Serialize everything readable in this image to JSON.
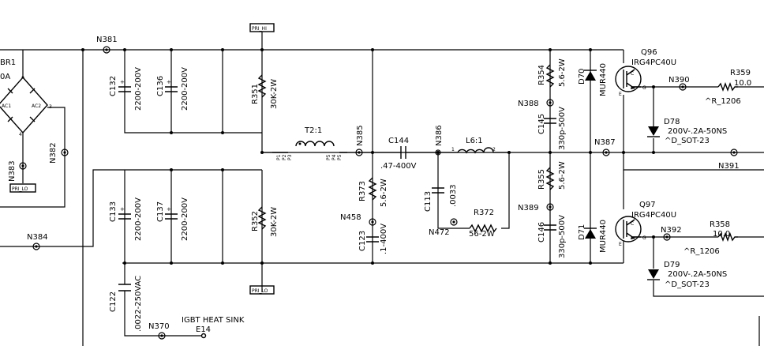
{
  "components": {
    "br1": {
      "ref": "BR1",
      "value": "0A",
      "pin_ac1": "AC1",
      "pin_ac2": "AC2",
      "pin3": "3",
      "pin4": "4"
    },
    "c132": {
      "ref": "C132",
      "value": "2200-200V"
    },
    "c136": {
      "ref": "C136",
      "value": "2200-200V"
    },
    "c133": {
      "ref": "C133",
      "value": "2200-200V"
    },
    "c137": {
      "ref": "C137",
      "value": "2200-200V"
    },
    "c122": {
      "ref": "C122",
      "value": ".0022-250VAC"
    },
    "r351": {
      "ref": "R351",
      "value": "30K-2W"
    },
    "r352": {
      "ref": "R352",
      "value": "30K-2W"
    },
    "t2": {
      "ref": "T2:1",
      "pins_left": [
        "P1",
        "P2",
        "P3"
      ],
      "pins_right": [
        "P5",
        "P4",
        "P5"
      ]
    },
    "c144": {
      "ref": "C144",
      "value": ".47-400V"
    },
    "r373": {
      "ref": "R373",
      "value": "5.6-2W"
    },
    "c123": {
      "ref": "C123",
      "value": ".1-400V"
    },
    "c113": {
      "ref": "C113",
      "value": ".0033"
    },
    "l6": {
      "ref": "L6:1",
      "pin1": "1",
      "pin2": "2"
    },
    "r372": {
      "ref": "R372",
      "value": "56-2W"
    },
    "r354": {
      "ref": "R354",
      "value": "5.6-2W"
    },
    "c145": {
      "ref": "C145",
      "value": "330p-500V"
    },
    "r355": {
      "ref": "R355",
      "value": "5.6-2W"
    },
    "c146": {
      "ref": "C146",
      "value": "330p-500V"
    },
    "d70": {
      "ref": "D70",
      "value": "MUR440"
    },
    "d71": {
      "ref": "D71",
      "value": "MUR440"
    },
    "q96": {
      "ref": "Q96",
      "value": "IRG4PC40U",
      "pin_c": "C",
      "pin_e": "E",
      "pin_g": "G"
    },
    "q97": {
      "ref": "Q97",
      "value": "IRG4PC40U",
      "pin_c": "C",
      "pin_e": "E",
      "pin_g": "G"
    },
    "r359": {
      "ref": "R359",
      "value": "10.0",
      "package": "^R_1206"
    },
    "r358": {
      "ref": "R358",
      "value": "10.0",
      "package": "^R_1206"
    },
    "d78": {
      "ref": "D78",
      "value": "200V-.2A-50NS",
      "package": "^D_SOT-23"
    },
    "d79": {
      "ref": "D79",
      "value": "200V-.2A-50NS",
      "package": "^D_SOT-23"
    },
    "e14": {
      "label": "IGBT HEAT SINK",
      "ref": "E14"
    }
  },
  "nets": {
    "n381": "N381",
    "n382": "N382",
    "n383": "N383",
    "n384": "N384",
    "n370": "N370",
    "n385": "N385",
    "n386": "N386",
    "n458": "N458",
    "n472": "N472",
    "n388": "N388",
    "n389": "N389",
    "n387": "N387",
    "n390": "N390",
    "n391": "N391",
    "n392": "N392"
  },
  "ports": {
    "pri_hi": "PRI_HI",
    "pri_lo": "PRI_LO",
    "pri_lo_left": "PRI_LO"
  }
}
